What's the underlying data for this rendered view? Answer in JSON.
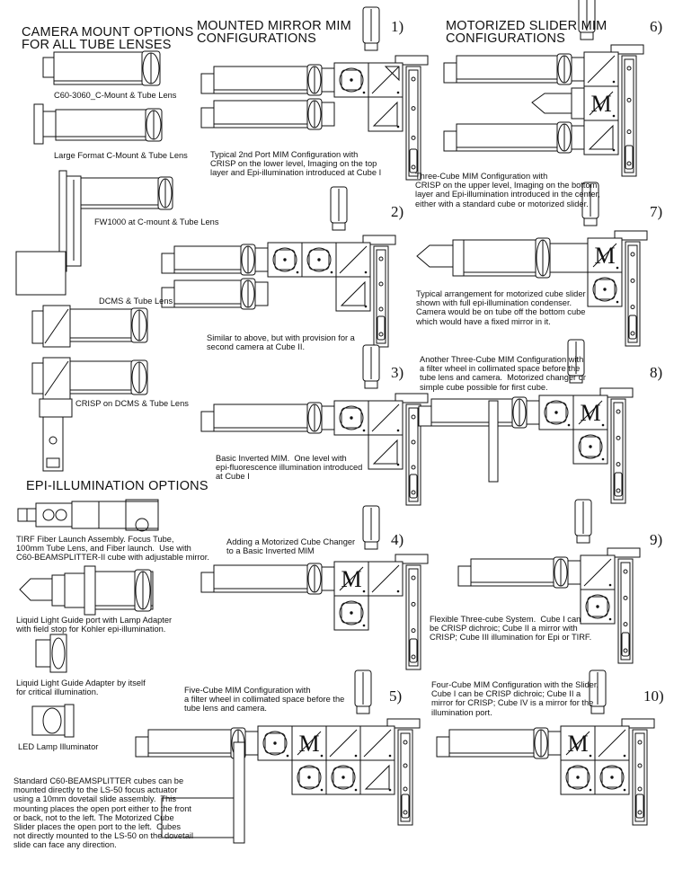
{
  "headings": {
    "camera": "CAMERA MOUNT OPTIONS\nFOR ALL TUBE LENSES",
    "mirror": "MOUNTED MIRROR MIM\nCONFIGURATIONS",
    "slider": "MOTORIZED SLIDER MIM\nCONFIGURATIONS",
    "epi": "EPI-ILLUMINATION OPTIONS"
  },
  "config_numbers": [
    "1)",
    "2)",
    "3)",
    "4)",
    "5)",
    "6)",
    "7)",
    "8)",
    "9)",
    "10)"
  ],
  "cube_letter": "M",
  "camera_mounts": [
    "C60-3060_C-Mount & Tube Lens",
    "Large Format C-Mount & Tube Lens",
    "FW1000 at C-mount & Tube Lens",
    "DCMS & Tube Lens",
    "CRISP on DCMS & Tube Lens"
  ],
  "epi_options": [
    "TIRF Fiber Launch Assembly. Focus Tube,\n100mm Tube Lens, and Fiber launch.  Use with\nC60-BEAMSPLITTER-II cube with adjustable mirror.",
    "Liquid Light Guide port with Lamp Adapter\nwith field stop for Kohler epi-illumination.",
    "Liquid Light Guide Adapter by itself\nfor critical illumination.",
    "LED Lamp Illuminator"
  ],
  "footnote": "Standard C60-BEAMSPLITTER cubes can be\nmounted directly to the LS-50 focus actuator\nusing a 10mm dovetail slide assembly.  This\nmounting places the open port either to the front\nor back, not to the left. The Motorized Cube\nSlider places the open port to the left.  Cubes\nnot directly mounted to the LS-50 on the dovetail\nslide can face any direction.",
  "configs": [
    "Typical 2nd Port MIM Configuration with\nCRISP on the lower level, Imaging on the top\nlayer and Epi-illumination introduced at Cube I",
    "Similar to above, but with provision for a\nsecond camera at Cube II.",
    "Basic Inverted MIM.  One level with\nepi-fluorescence illumination introduced\nat Cube I",
    "Adding a Motorized Cube Changer\nto a Basic Inverted MIM",
    "Five-Cube MIM Configuration with\na filter wheel in collimated space before the\ntube lens and camera.",
    "Three-Cube MIM Configuration with\nCRISP on the upper level, Imaging on the bottom\nlayer and Epi-illumination introduced in the center,\neither with a standard cube or motorized slider.",
    "Typical arrangement for motorized cube slider\nshown with full epi-illumination condenser.\nCamera would be on tube off the bottom cube\nwhich would have a fixed mirror in it.",
    "Another Three-Cube MIM Configuration with\na filter wheel in collimated space before the\ntube lens and camera.  Motorized changer or\nsimple cube possible for first cube.",
    "Flexible Three-cube System.  Cube I can\nbe CRISP dichroic; Cube II a mirror with\nCRISP; Cube III illumination for Epi or TIRF.",
    "Four-Cube MIM Configuration with the Slider.\nCube I can be CRISP dichroic; Cube II a\nmirror for CRISP; Cube IV is a mirror for the\nillumination port."
  ]
}
